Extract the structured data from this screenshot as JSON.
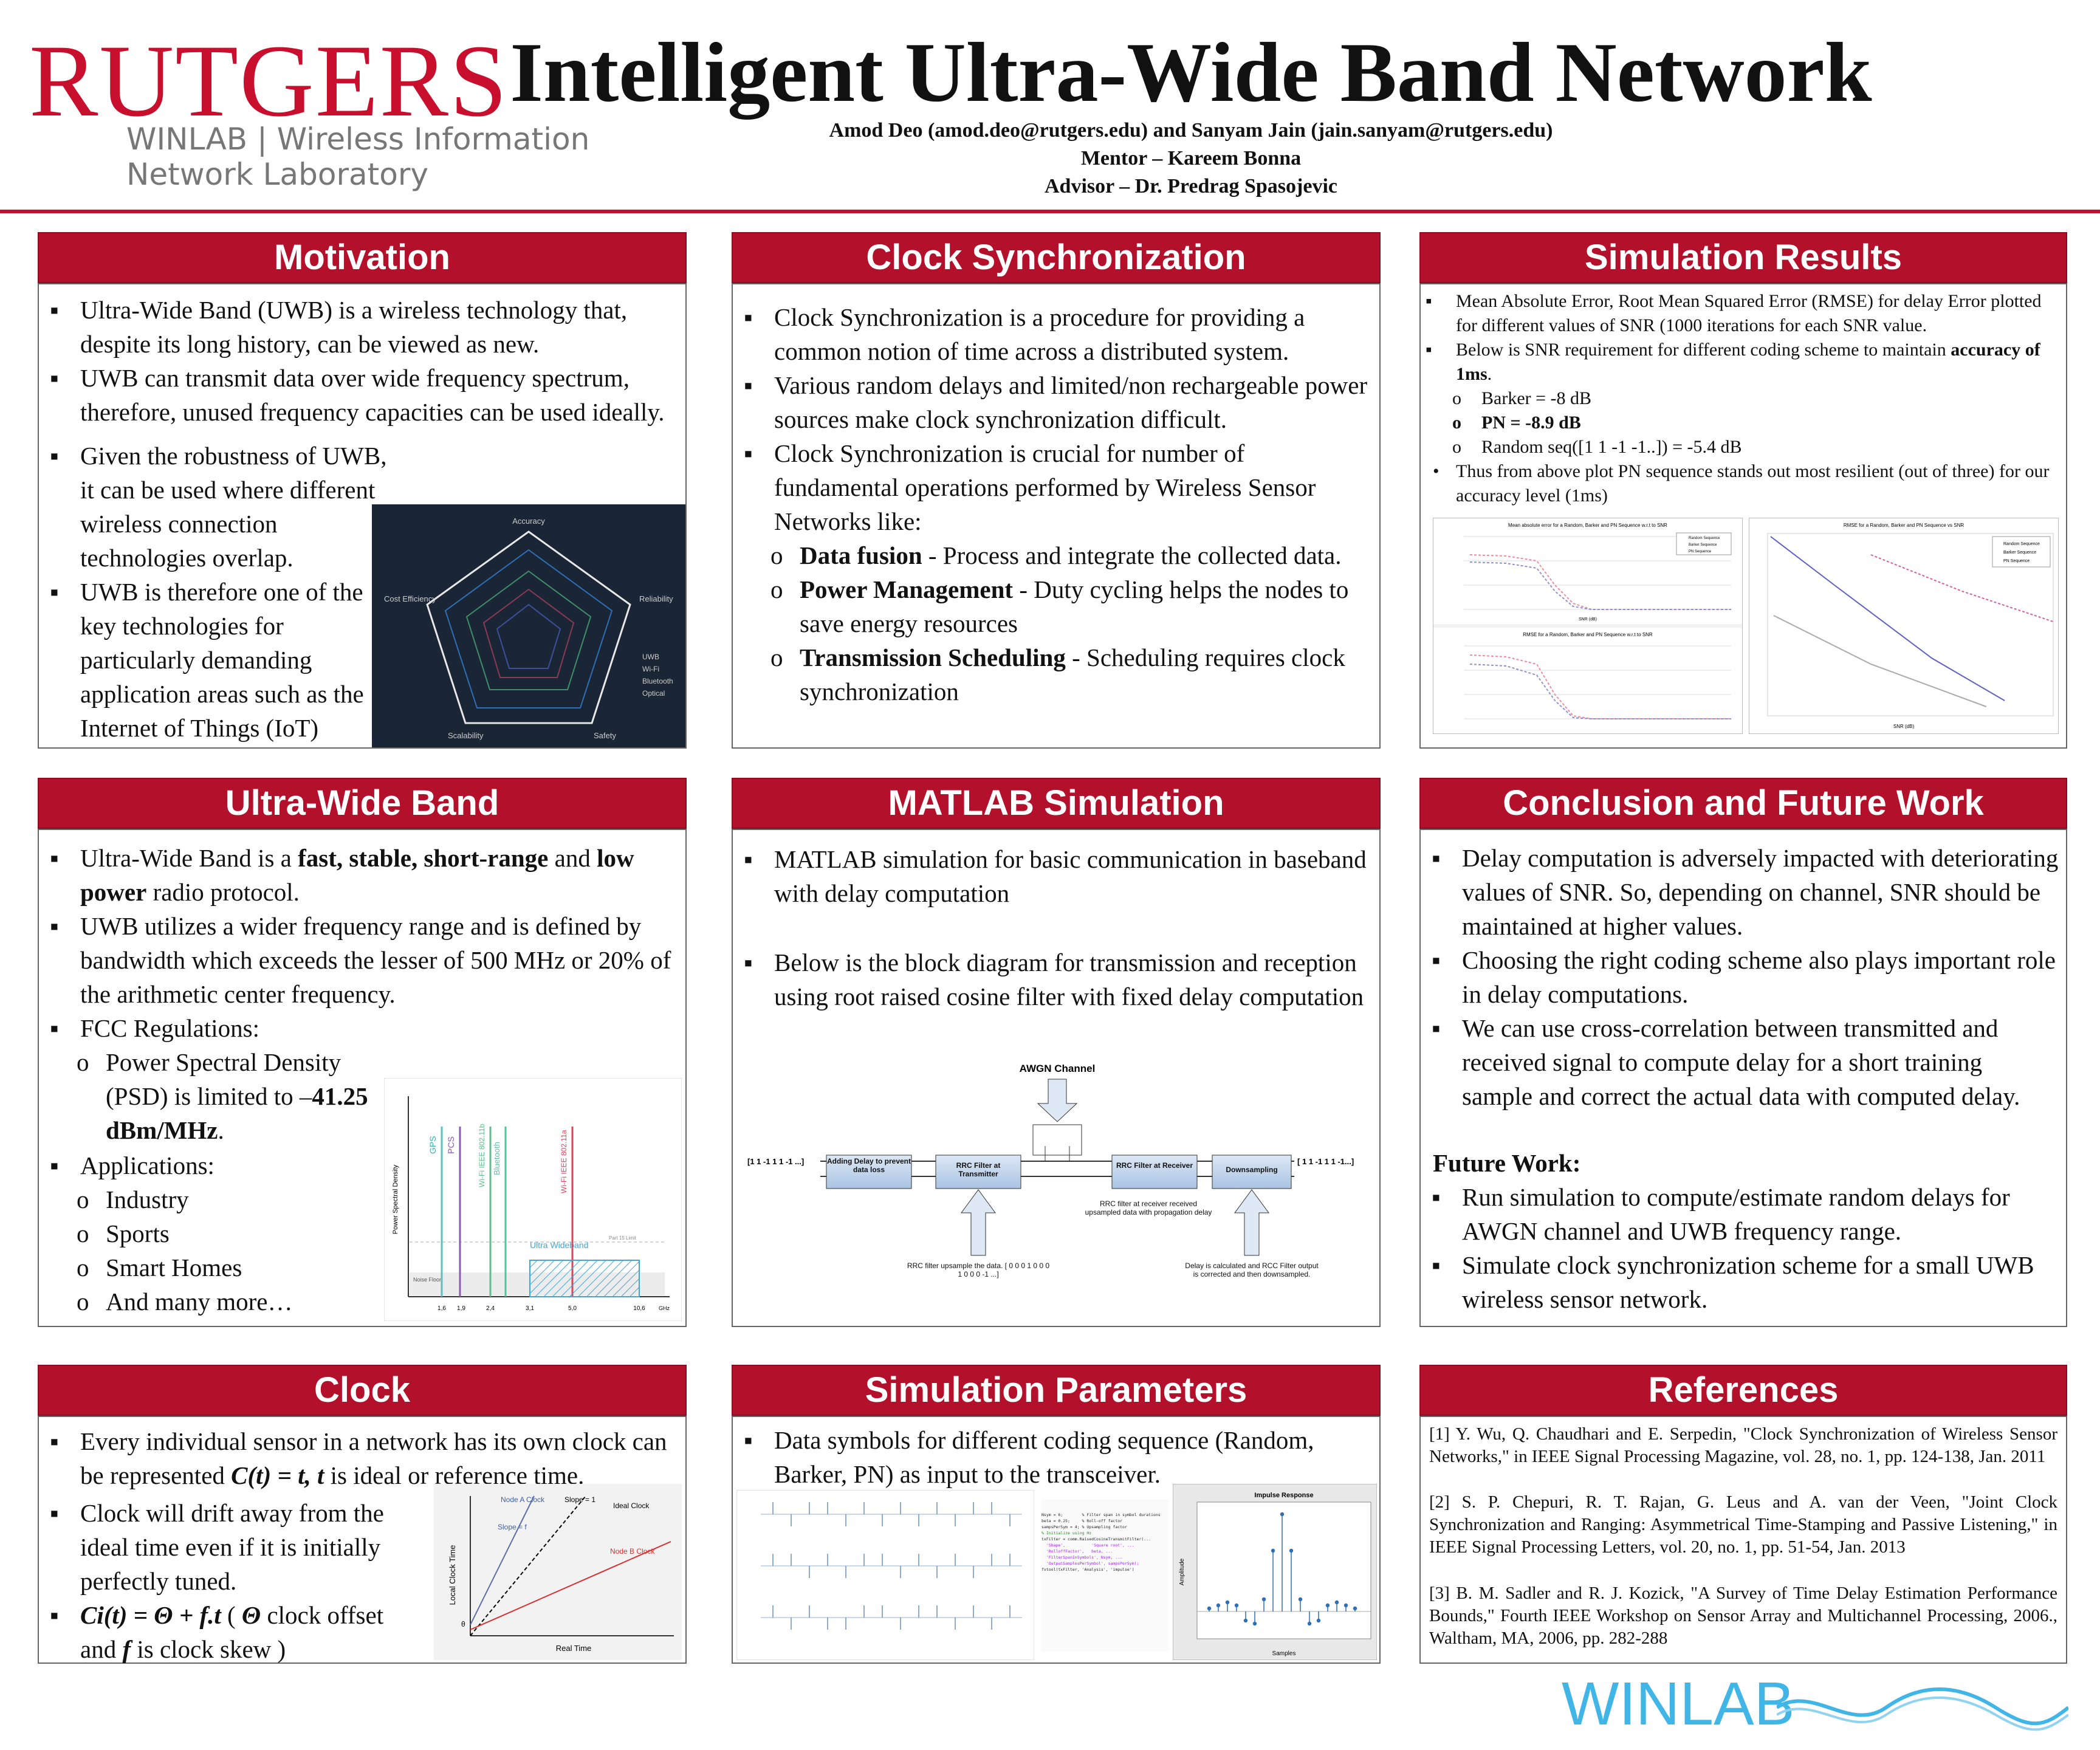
{
  "header": {
    "logo_word": "RUTGERS",
    "logo_sub1": "WINLAB | Wireless Information",
    "logo_sub2": "Network Laboratory",
    "title": "Intelligent Ultra-Wide Band Network",
    "authors": "Amod Deo (amod.deo@rutgers.edu) and Sanyam Jain (jain.sanyam@rutgers.edu)",
    "mentor": "Mentor – Kareem Bonna",
    "advisor": "Advisor – Dr. Predrag Spasojevic"
  },
  "colors": {
    "accent": "#b3102c",
    "winlab": "#41b6e6"
  },
  "motivation": {
    "title": "Motivation",
    "b1": "Ultra-Wide Band (UWB) is a wireless technology that, despite its long history, can be viewed as new.",
    "b2": "UWB can transmit data over wide frequency spectrum, therefore, unused frequency capacities can be used ideally.",
    "b3": "Given the robustness of UWB, it can be used where different wireless connection technologies overlap.",
    "b4": "UWB is therefore one of the key technologies for particularly demanding application areas such as the Internet of Things (IoT)",
    "radar": {
      "axes": [
        "Accuracy",
        "Reliability",
        "Safety",
        "Scalability",
        "Cost Efficiency"
      ],
      "legend": [
        "UWB",
        "Wi-Fi",
        "Bluetooth",
        "Optical"
      ]
    }
  },
  "clocksync": {
    "title": "Clock Synchronization",
    "b1": "Clock Synchronization is a procedure for providing a common notion of time across a distributed system.",
    "b2": "Various random delays and limited/non rechargeable power sources make clock synchronization difficult.",
    "b3": "Clock Synchronization is crucial for number of fundamental operations performed by Wireless Sensor Networks like:",
    "s1_bold": "Data fusion",
    "s1": " - Process and integrate the collected data.",
    "s2_bold": "Power Management",
    "s2": " - Duty cycling helps the nodes to save energy resources",
    "s3_bold": "Transmission Scheduling",
    "s3": " - Scheduling requires clock synchronization"
  },
  "simresults": {
    "title": "Simulation Results",
    "b1": "Mean Absolute Error, Root Mean Squared Error (RMSE) for delay Error plotted for different values of SNR (1000 iterations for each SNR value.",
    "b2": "Below is SNR requirement for different coding scheme to maintain ",
    "b2_bold": "accuracy of 1ms",
    "b2_end": ".",
    "s1": "Barker = -8 dB",
    "s2": "PN = -8.9 dB",
    "s3": "Random seq([1 1 -1 -1..]) = -5.4 dB",
    "b3": "Thus from above plot PN sequence stands out most resilient (out of three) for our accuracy level (1ms)",
    "plot1_title": "Mean absolute error for a Random, Barker and PN Sequence w.r.t to SNR",
    "plot2_title": "RMSE for a Random, Barker and PN Sequence w.r.t to SNR",
    "plot3_title": "RMSE for a Random, Barker and PN Sequence vs SNR",
    "legend": [
      "Random Sequence",
      "Barker Sequence",
      "PN Sequence"
    ],
    "xlabel": "SNR (dB)"
  },
  "uwb": {
    "title": "Ultra-Wide Band",
    "b1_a": "Ultra-Wide Band is a ",
    "b1_bold": "fast, stable, short-range",
    "b1_b": " and ",
    "b1_bold2": "low power",
    "b1_c": " radio protocol.",
    "b2": "UWB utilizes a wider frequency range and is defined by bandwidth which exceeds the lesser of 500 MHz or 20% of the arithmetic center frequency.",
    "b3": "FCC Regulations:",
    "s1": "Power Spectral Density (PSD) is limited to –",
    "s1_bold": "41.25 dBm/MHz",
    "s1_end": ".",
    "b4": "Applications:",
    "a1": "Industry",
    "a2": "Sports",
    "a3": "Smart Homes",
    "a4": "And many more…",
    "spec": {
      "ylabel": "Power Spectral Density",
      "xunit": "GHz",
      "bands": [
        "GPS",
        "PCS",
        "Wi-Fi IEEE 802.11b",
        "Bluetooth",
        "Wi-Fi IEEE 802.11a"
      ],
      "ticks": [
        "1,6",
        "1,9",
        "2,4",
        "3,1",
        "5,0",
        "10,6"
      ],
      "uwb_label": "Ultra Wideband",
      "noise": "Noise Floor",
      "limit": "Part 15 Limit"
    }
  },
  "matlab": {
    "title": "MATLAB Simulation",
    "b1": "MATLAB simulation for basic communication in baseband with delay computation",
    "b2": "Below is the block diagram for transmission and reception using root raised cosine filter with fixed delay computation",
    "diagram": {
      "awgn": "AWGN Channel",
      "input": "[1 1 -1 1 1 -1 ...]",
      "output": "[ 1 1 -1 1 1 -1...]",
      "b1": "Adding Delay to prevent data loss",
      "b2": "RRC Filter at Transmitter",
      "b3": "RRC Filter at Receiver",
      "b4": "Downsampling",
      "note1": "RRC filter upsample the data. [ 0 0 0 1 0 0 0 1 0 0 0 -1 ...]",
      "note2": "RRC filter at receiver received upsampled data with propagation delay",
      "note3": "Delay is calculated and RCC Filter output is corrected and then downsampled."
    }
  },
  "conclusion": {
    "title": "Conclusion and Future Work",
    "b1": "Delay computation is adversely impacted with deteriorating values of SNR. So, depending on channel, SNR should be maintained at higher values.",
    "b2": "Choosing the right coding scheme also plays important role in delay computations.",
    "b3": "We can use cross-correlation between transmitted and received signal to compute delay for a short training sample and correct the actual data with computed delay.",
    "future": "Future Work:",
    "f1": "Run simulation to compute/estimate random delays for AWGN channel and UWB frequency range.",
    "f2": "Simulate clock synchronization scheme for a small UWB wireless sensor network."
  },
  "clock": {
    "title": "Clock",
    "b1_a": "Every individual sensor in a network has its own clock can be represented ",
    "b1_eq": "C(t) = t, t",
    "b1_b": " is ideal or reference time.",
    "b2": "Clock will drift away from the ideal time even if it is initially perfectly tuned.",
    "b3_eq": "Ci(t) = Θ + f.t",
    "b3_a": " ( ",
    "b3_theta": "Θ",
    "b3_b": " clock offset and ",
    "b3_f": "f",
    "b3_c": " is clock skew )",
    "graph": {
      "nodeA": "Node A Clock",
      "nodeB": "Node B Clock",
      "ideal": "Ideal Clock",
      "slope1": "Slope = 1",
      "slopef": "Slope = f",
      "ylabel": "Local Clock Time",
      "xlabel": "Real Time",
      "theta": "θ"
    }
  },
  "simparams": {
    "title": "Simulation Parameters",
    "b1": "Data symbols for different coding sequence (Random, Barker, PN) as input to the transceiver.",
    "impulse_title": "Impulse Response",
    "impulse_x": "Samples",
    "impulse_y": "Amplitude",
    "code": [
      "Nsym = 6;        % Filter span in symbol durations",
      "beta = 0.25;     % Roll-off factor",
      "sampsPerSym = 4; % Upsampling factor",
      "",
      "% Initialize using Hz",
      "txFilter = comm.RaisedCosineTransmitFilter(...",
      "  'Shape',           'Square root', ...",
      "  'RolloffFactor',   beta, ...",
      "  'FilterSpanInSymbols', Nsym, ...",
      "  'OutputSamplesPerSymbol', sampsPerSym);",
      "",
      "fvtool(txFilter, 'Analysis', 'impulse')"
    ]
  },
  "references": {
    "title": "References",
    "r1": "[1] Y. Wu, Q. Chaudhari and E. Serpedin, \"Clock Synchronization of Wireless Sensor Networks,\" in IEEE Signal Processing Magazine, vol. 28, no. 1, pp. 124-138, Jan. 2011",
    "r2": "[2] S. P. Chepuri, R. T. Rajan, G. Leus and A. van der Veen, \"Joint Clock Synchronization and Ranging: Asymmetrical Time-Stamping and Passive Listening,\" in IEEE Signal Processing Letters, vol. 20, no. 1, pp. 51-54, Jan. 2013",
    "r3": "[3] B. M. Sadler and R. J. Kozick, \"A Survey of Time Delay Estimation Performance Bounds,\" Fourth IEEE Workshop on Sensor Array and Multichannel Processing, 2006., Waltham, MA, 2006, pp. 282-288"
  },
  "footer": {
    "winlab": "WINLAB"
  }
}
